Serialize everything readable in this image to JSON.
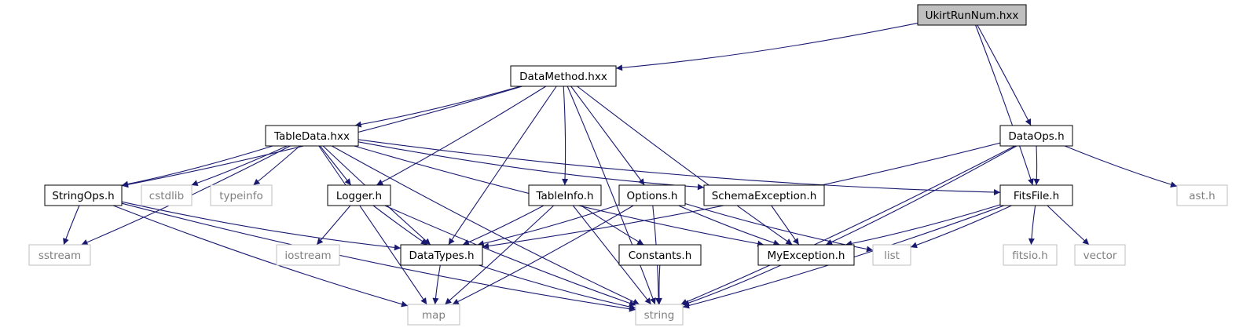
{
  "colors": {
    "edge": "#191970",
    "root_fill": "#bfbfbf",
    "local_stroke": "#000000",
    "system_stroke": "#bfbfbf",
    "local_text": "#000000",
    "system_text": "#7f7f7f",
    "background": "#ffffff"
  },
  "diagram": {
    "nodes": [
      {
        "id": "ukirtrunnum",
        "label": "UkirtRunNum.hxx",
        "kind": "root"
      },
      {
        "id": "datamethod",
        "label": "DataMethod.hxx",
        "kind": "local"
      },
      {
        "id": "dataops",
        "label": "DataOps.h",
        "kind": "local"
      },
      {
        "id": "tabledata",
        "label": "TableData.hxx",
        "kind": "local"
      },
      {
        "id": "stringops",
        "label": "StringOps.h",
        "kind": "local"
      },
      {
        "id": "cstdlib",
        "label": "cstdlib",
        "kind": "system"
      },
      {
        "id": "typeinfo",
        "label": "typeinfo",
        "kind": "system"
      },
      {
        "id": "logger",
        "label": "Logger.h",
        "kind": "local"
      },
      {
        "id": "tableinfo",
        "label": "TableInfo.h",
        "kind": "local"
      },
      {
        "id": "options",
        "label": "Options.h",
        "kind": "local"
      },
      {
        "id": "schemaexc",
        "label": "SchemaException.h",
        "kind": "local"
      },
      {
        "id": "fitsfile",
        "label": "FitsFile.h",
        "kind": "local"
      },
      {
        "id": "ast",
        "label": "ast.h",
        "kind": "system"
      },
      {
        "id": "sstream",
        "label": "sstream",
        "kind": "system"
      },
      {
        "id": "iostream",
        "label": "iostream",
        "kind": "system"
      },
      {
        "id": "datatypes",
        "label": "DataTypes.h",
        "kind": "local"
      },
      {
        "id": "constants",
        "label": "Constants.h",
        "kind": "local"
      },
      {
        "id": "myexception",
        "label": "MyException.h",
        "kind": "local"
      },
      {
        "id": "list",
        "label": "list",
        "kind": "system"
      },
      {
        "id": "fitsio",
        "label": "fitsio.h",
        "kind": "system"
      },
      {
        "id": "vector",
        "label": "vector",
        "kind": "system"
      },
      {
        "id": "map",
        "label": "map",
        "kind": "system"
      },
      {
        "id": "string",
        "label": "string",
        "kind": "system"
      }
    ],
    "edges": [
      [
        "ukirtrunnum",
        "datamethod"
      ],
      [
        "ukirtrunnum",
        "dataops"
      ],
      [
        "ukirtrunnum",
        "fitsfile"
      ],
      [
        "datamethod",
        "tabledata"
      ],
      [
        "datamethod",
        "stringops"
      ],
      [
        "datamethod",
        "logger"
      ],
      [
        "datamethod",
        "tableinfo"
      ],
      [
        "datamethod",
        "options"
      ],
      [
        "datamethod",
        "datatypes"
      ],
      [
        "datamethod",
        "myexception"
      ],
      [
        "datamethod",
        "string"
      ],
      [
        "tabledata",
        "stringops"
      ],
      [
        "tabledata",
        "cstdlib"
      ],
      [
        "tabledata",
        "typeinfo"
      ],
      [
        "tabledata",
        "logger"
      ],
      [
        "tabledata",
        "schemaexc"
      ],
      [
        "tabledata",
        "fitsfile"
      ],
      [
        "tabledata",
        "sstream"
      ],
      [
        "tabledata",
        "map"
      ],
      [
        "tabledata",
        "datatypes"
      ],
      [
        "tabledata",
        "myexception"
      ],
      [
        "tabledata",
        "string"
      ],
      [
        "dataops",
        "fitsfile"
      ],
      [
        "dataops",
        "datatypes"
      ],
      [
        "dataops",
        "myexception"
      ],
      [
        "dataops",
        "ast"
      ],
      [
        "dataops",
        "string"
      ],
      [
        "stringops",
        "sstream"
      ],
      [
        "stringops",
        "datatypes"
      ],
      [
        "stringops",
        "map"
      ],
      [
        "stringops",
        "string"
      ],
      [
        "logger",
        "iostream"
      ],
      [
        "logger",
        "datatypes"
      ],
      [
        "logger",
        "string"
      ],
      [
        "tableinfo",
        "datatypes"
      ],
      [
        "tableinfo",
        "constants"
      ],
      [
        "tableinfo",
        "map"
      ],
      [
        "tableinfo",
        "string"
      ],
      [
        "options",
        "datatypes"
      ],
      [
        "options",
        "myexception"
      ],
      [
        "options",
        "list"
      ],
      [
        "options",
        "map"
      ],
      [
        "options",
        "string"
      ],
      [
        "schemaexc",
        "myexception"
      ],
      [
        "fitsfile",
        "myexception"
      ],
      [
        "fitsfile",
        "list"
      ],
      [
        "fitsfile",
        "fitsio"
      ],
      [
        "fitsfile",
        "vector"
      ],
      [
        "fitsfile",
        "string"
      ],
      [
        "datatypes",
        "map"
      ],
      [
        "datatypes",
        "string"
      ],
      [
        "constants",
        "string"
      ],
      [
        "myexception",
        "string"
      ]
    ]
  }
}
